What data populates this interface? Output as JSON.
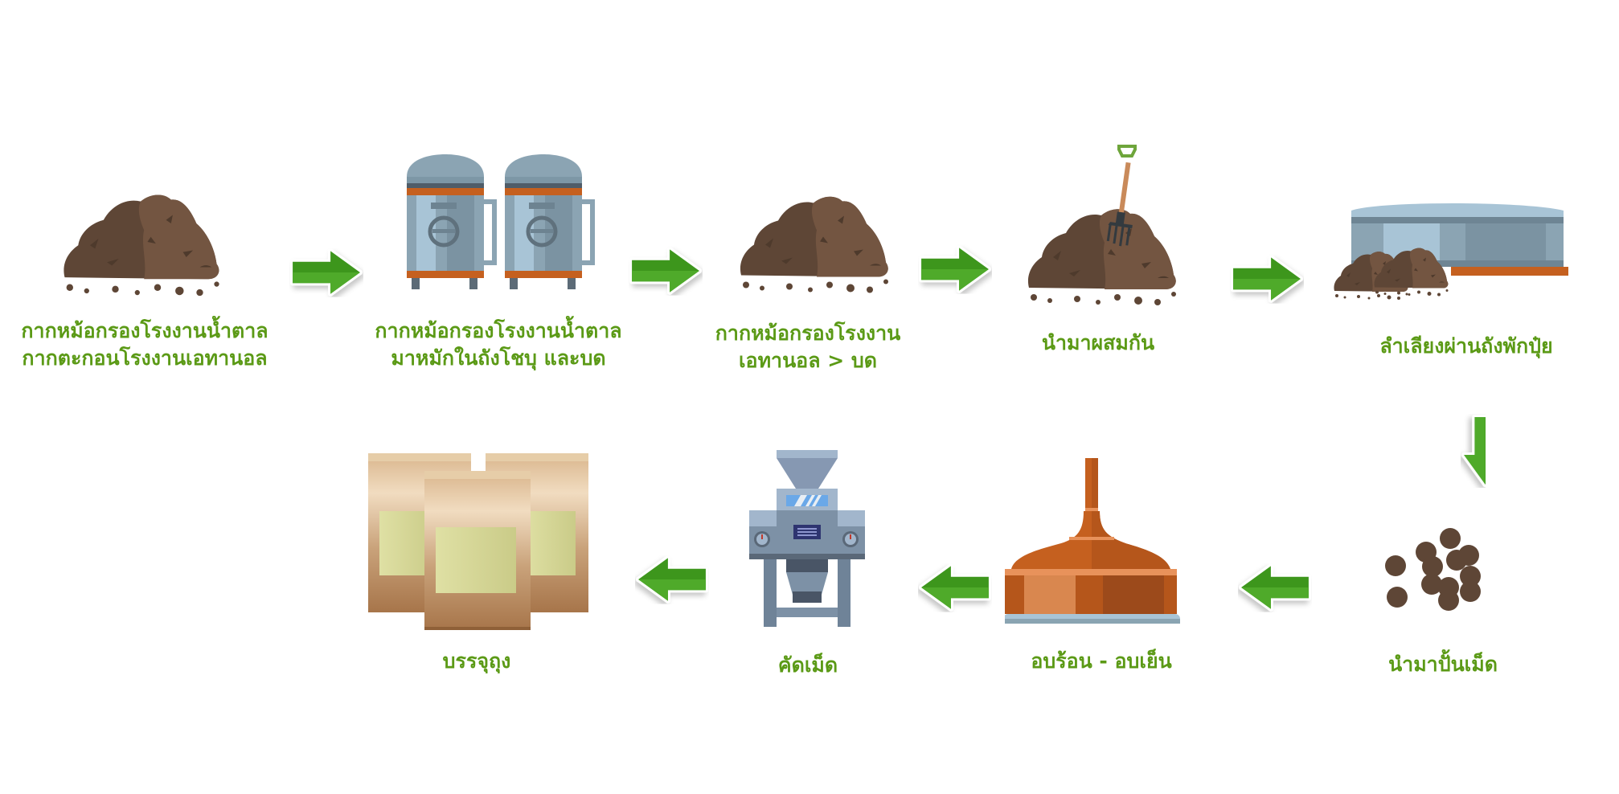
{
  "title": "Fertilizer production process",
  "colors": {
    "label_text": "#5b9a16",
    "arrow_light": "#4faa2c",
    "arrow_dark": "#3c961f",
    "soil_dark": "#5e4636",
    "soil_light": "#735541",
    "tank_steel": "#8ba4b3",
    "copper": "#c5601f",
    "bag_kraft": "#c9a27a",
    "bag_label": "#d8dd9a"
  },
  "steps": [
    {
      "id": 1,
      "icon": "soil-pile-icon",
      "lines": [
        "กากหม้อกรองโรงงานน้ำตาล",
        "กากตะกอนโรงงานเอทานอล"
      ]
    },
    {
      "id": 2,
      "icon": "fermentation-tanks-icon",
      "lines": [
        "กากหม้อกรองโรงงานน้ำตาล",
        "มาหมักในถังโชบุ และบด"
      ]
    },
    {
      "id": 3,
      "icon": "soil-pile-icon",
      "lines": [
        "กากหม้อกรองโรงงาน",
        "เอทานอล > บด"
      ]
    },
    {
      "id": 4,
      "icon": "soil-pile-with-pitchfork-icon",
      "lines": [
        "นำมาผสมกัน"
      ]
    },
    {
      "id": 5,
      "icon": "storage-tank-with-soil-icon",
      "lines": [
        "ลำเลียงผ่านถังพักปุ๋ย"
      ]
    },
    {
      "id": 6,
      "icon": "pellets-icon",
      "lines": [
        "นำมาปั้นเม็ด"
      ]
    },
    {
      "id": 7,
      "icon": "copper-kiln-icon",
      "lines": [
        "อบร้อน - อบเย็น"
      ]
    },
    {
      "id": 8,
      "icon": "sorting-machine-icon",
      "lines": [
        "คัดเม็ด"
      ]
    },
    {
      "id": 9,
      "icon": "fertilizer-bags-icon",
      "lines": [
        "บรรจุถุง"
      ]
    }
  ],
  "arrows": [
    {
      "from": 1,
      "to": 2,
      "direction": "right"
    },
    {
      "from": 2,
      "to": 3,
      "direction": "right"
    },
    {
      "from": 3,
      "to": 4,
      "direction": "right"
    },
    {
      "from": 4,
      "to": 5,
      "direction": "right"
    },
    {
      "from": 5,
      "to": 6,
      "direction": "down"
    },
    {
      "from": 6,
      "to": 7,
      "direction": "left"
    },
    {
      "from": 7,
      "to": 8,
      "direction": "left"
    },
    {
      "from": 8,
      "to": 9,
      "direction": "left"
    }
  ]
}
